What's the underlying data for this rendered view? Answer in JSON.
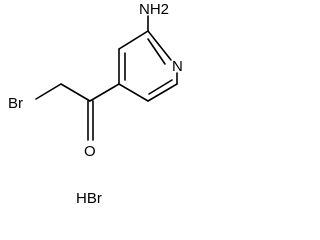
{
  "molecule": {
    "atoms": {
      "amino_group": "NH2",
      "ring_nitrogen": "N",
      "carbonyl_oxygen": "O",
      "bromine": "Br"
    },
    "salt_counterion": "HBr"
  },
  "colors": {
    "bond": "#000000",
    "label": "#000000",
    "background": "#ffffff"
  }
}
